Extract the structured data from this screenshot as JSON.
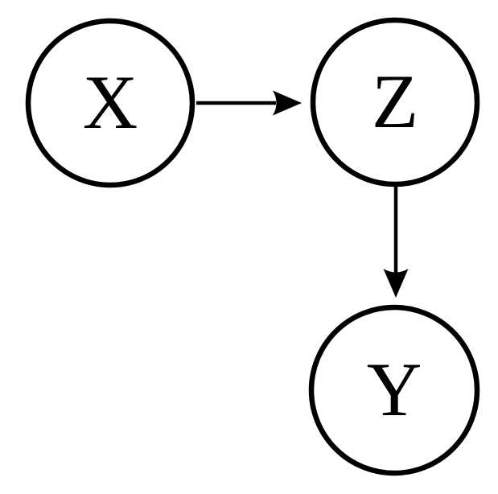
{
  "diagram": {
    "type": "directed-graph",
    "nodes": [
      {
        "id": "X",
        "label": "X"
      },
      {
        "id": "Z",
        "label": "Z"
      },
      {
        "id": "Y",
        "label": "Y"
      }
    ],
    "edges": [
      {
        "from": "X",
        "to": "Z",
        "direction": "right"
      },
      {
        "from": "Z",
        "to": "Y",
        "direction": "down"
      }
    ],
    "colors": {
      "stroke": "#000000",
      "background": "#ffffff"
    }
  }
}
